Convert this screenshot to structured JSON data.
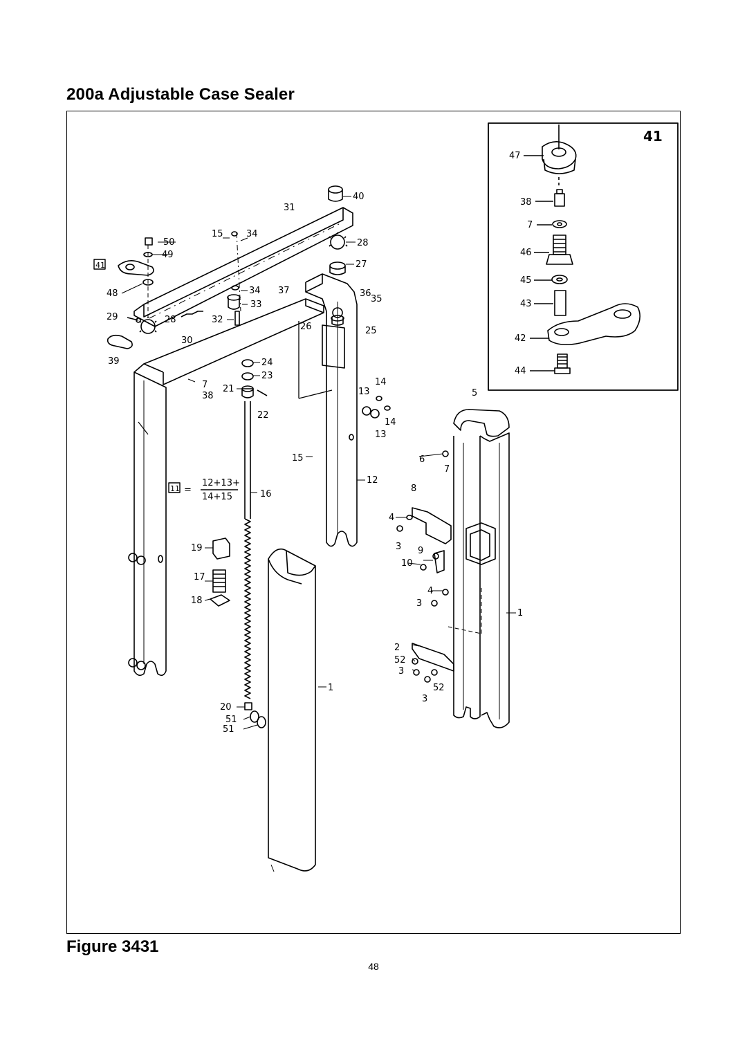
{
  "title": "200a Adjustable Case Sealer",
  "caption": "Figure 3431",
  "page_number": "48",
  "inset": {
    "label": "41",
    "callouts": [
      "47",
      "38",
      "7",
      "46",
      "45",
      "43",
      "42",
      "44"
    ]
  },
  "subassembly": {
    "tag": "11",
    "equals": "=",
    "numerator": "12+13+",
    "denominator": "14+15"
  },
  "callouts": {
    "c50": "50",
    "c49": "49",
    "c41box": "41",
    "c48": "48",
    "c29": "29",
    "c28a": "28",
    "c30": "30",
    "c39": "39",
    "c15a": "15",
    "c34a": "34",
    "c34b": "34",
    "c33": "33",
    "c32": "32",
    "c31": "31",
    "c40": "40",
    "c28b": "28",
    "c27": "27",
    "c37": "37",
    "c36": "36",
    "c35": "35",
    "c26": "26",
    "c25": "25",
    "c24": "24",
    "c23": "23",
    "c21": "21",
    "c7": "7",
    "c38": "38",
    "c22": "22",
    "c13a": "13",
    "c14a": "14",
    "c14b": "14",
    "c13b": "13",
    "c15b": "15",
    "c16": "16",
    "c12": "12",
    "c19": "19",
    "c17": "17",
    "c18": "18",
    "c20": "20",
    "c51a": "51",
    "c51b": "51",
    "c1a": "1",
    "c5": "5",
    "c6": "6",
    "c7b": "7",
    "c8": "8",
    "c4a": "4",
    "c3a": "3",
    "c9": "9",
    "c10": "10",
    "c4b": "4",
    "c3b": "3",
    "c1b": "1",
    "c2": "2",
    "c52a": "52",
    "c3c": "3",
    "c52b": "52",
    "c3d": "3"
  }
}
